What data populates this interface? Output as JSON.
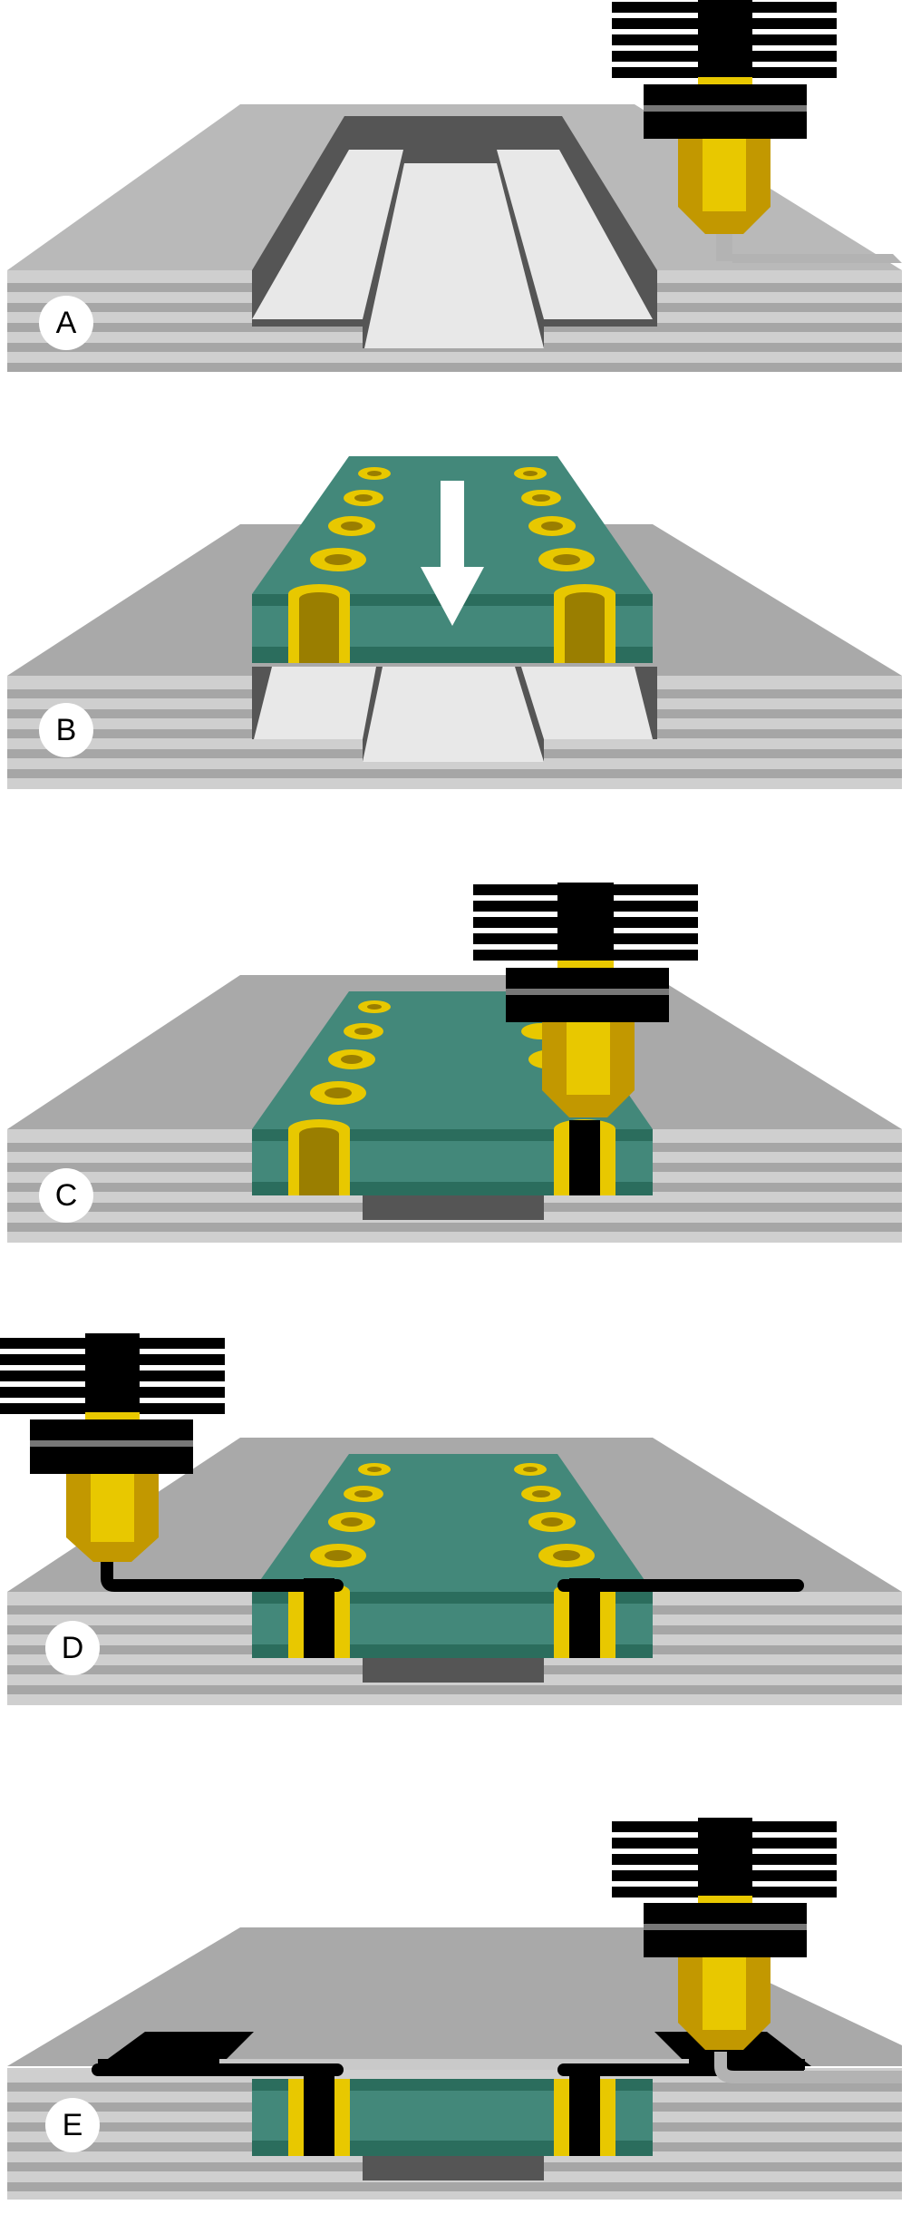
{
  "figure": {
    "steps": [
      {
        "id": "A",
        "label": "A"
      },
      {
        "id": "B",
        "label": "B"
      },
      {
        "id": "C",
        "label": "C"
      },
      {
        "id": "D",
        "label": "D"
      },
      {
        "id": "E",
        "label": "E"
      }
    ]
  },
  "colors": {
    "print_bed_top": "#a9a9a9",
    "print_bed_stripe_light": "#cfcfcf",
    "print_bed_stripe_dark": "#a6a6a6",
    "cavity_wall": "#555555",
    "cavity_floor": "#e8e8e8",
    "pcb_green": "#43887a",
    "pcb_dark_green": "#2b6d5d",
    "pad_gold": "#e8c800",
    "pad_dark_gold": "#9a7e00",
    "nozzle_gold": "#c29800",
    "heatsink_black": "#000000",
    "arrow_white": "#ffffff"
  }
}
